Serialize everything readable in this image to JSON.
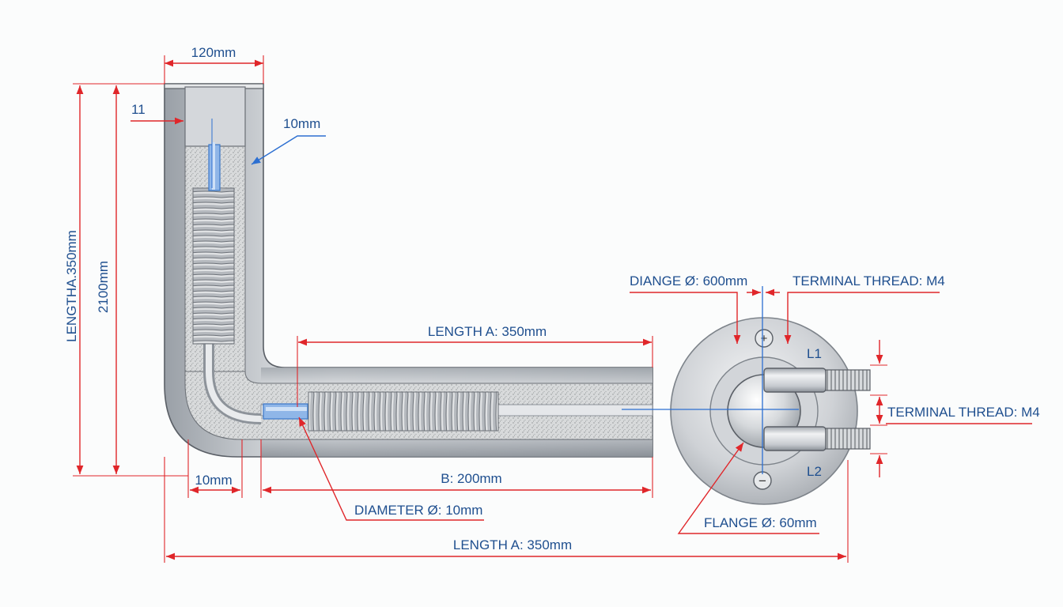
{
  "labels": {
    "top_width": "120mm",
    "wall_marker": "11",
    "tube_wall": "10mm",
    "overall_height": "LENGTHA.350mm",
    "inner_height": "2100mm",
    "length_a_top": "LENGTH A: 350mm",
    "diange": "DIANGE Ø: 600mm",
    "terminal_thread_top": "TERMINAL THREAD: M4",
    "terminal_l1": "L1",
    "terminal_l2": "L2",
    "terminal_thread_side": "TERMINAL THREAD: M4",
    "bottom_10mm": "10mm",
    "b_length": "B: 200mm",
    "diameter": "DIAMETER Ø: 10mm",
    "flange": "FLANGE Ø: 60mm",
    "length_a_bottom": "LENGTH A: 350mm",
    "plus_symbol": "+",
    "minus_symbol": "−"
  },
  "colors": {
    "dimension_line": "#e0262a",
    "label_text": "#1f4f8f",
    "leader_blue": "#2c6fd1",
    "metal": "#c9ccd0",
    "insulation": "#d5d7d8",
    "element_blue": "#8fb6e8"
  }
}
